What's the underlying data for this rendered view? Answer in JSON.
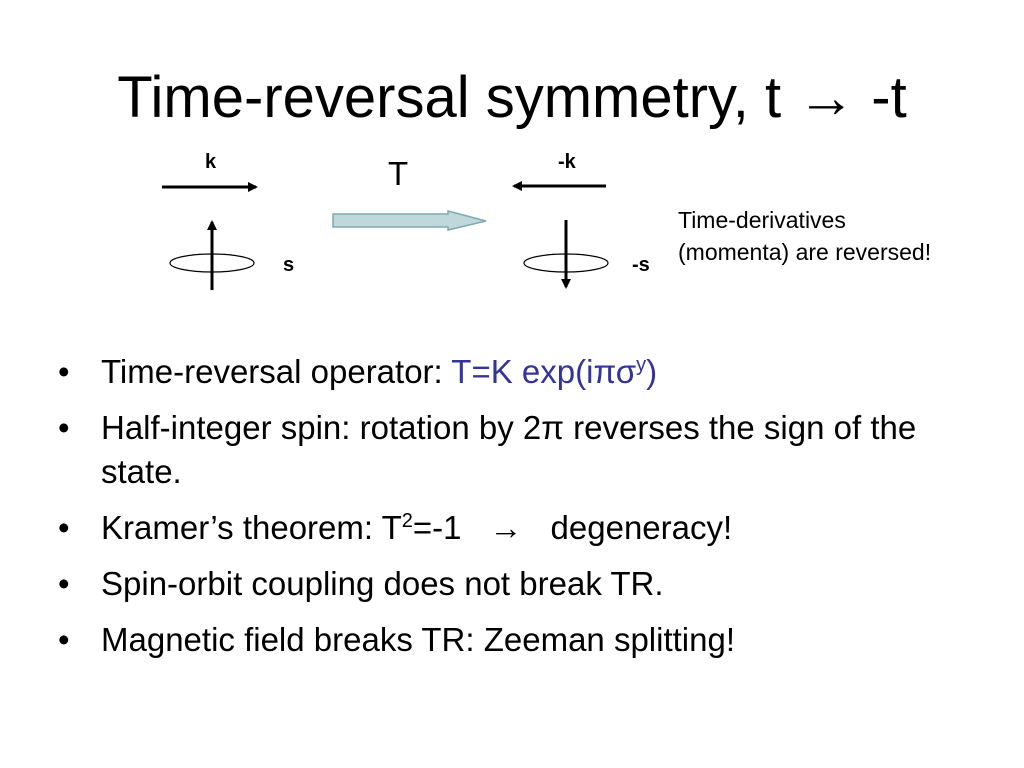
{
  "slide": {
    "title": "Time-reversal symmetry, t → -t"
  },
  "diagram": {
    "label_k": "k",
    "label_minus_k": "-k",
    "label_operator": "T",
    "label_s": "s",
    "label_minus_s": "-s",
    "note_line1": "Time-derivatives",
    "note_line2": "(momenta) are reversed!",
    "arrow_fill_color": "#c0d8dc",
    "arrow_stroke_color": "#7fa8b0"
  },
  "bullets": {
    "marker": "•",
    "b1_text": "Time-reversal operator: ",
    "b1_formula_a": "T=",
    "b1_formula_b": "K",
    "b1_formula_c": " exp(iπσ",
    "b1_formula_sup": "y",
    "b1_formula_d": ")",
    "b2_text": "Half-integer spin: rotation by 2π reverses the sign of the state.",
    "b3_text_a": "Kramer’s theorem: T",
    "b3_sup": "2",
    "b3_text_b": "=-1",
    "b3_arrow": "→",
    "b3_text_c": "degeneracy!",
    "b4_text": "Spin-orbit coupling does not break TR.",
    "b5_text": "Magnetic field breaks TR: Zeeman splitting!"
  },
  "colors": {
    "accent": "#333399"
  }
}
